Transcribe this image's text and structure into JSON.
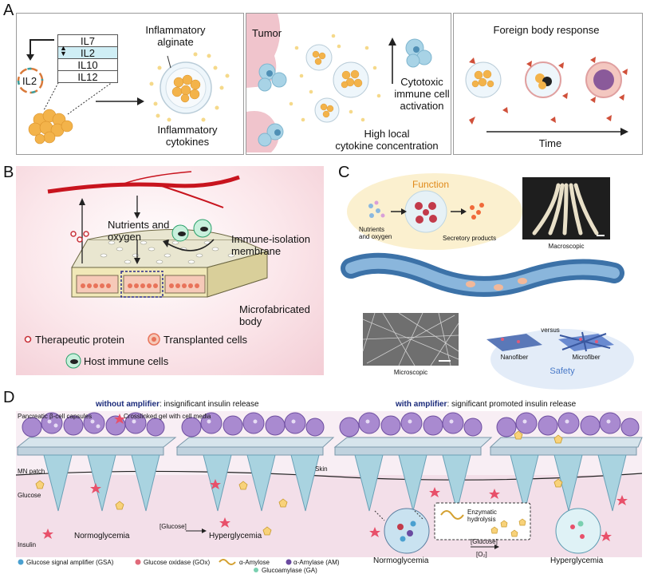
{
  "panel_labels": {
    "a": "A",
    "b": "B",
    "c": "C",
    "d": "D"
  },
  "panelA": {
    "il_list": [
      "IL7",
      "IL2",
      "IL10",
      "IL12"
    ],
    "il2_badge": "IL2",
    "inflammatory_alginate": "Inflammatory\nalginate",
    "inflammatory_cytokines": "Inflammatory\ncytokines",
    "tumor": "Tumor",
    "high_local": "High local\ncytokine concentration",
    "cytotoxic": "Cytotoxic\nimmune cell\nactivation",
    "foreign_body": "Foreign body response",
    "time": "Time"
  },
  "panelB": {
    "nutrients": "Nutrients and\noxygen",
    "membrane": "Immune-isolation\nmembrane",
    "body": "Microfabricated\nbody",
    "therapeutic": "Therapeutic protein",
    "transplanted": "Transplanted cells",
    "host": "Host immune cells"
  },
  "panelC": {
    "function": "Function",
    "nutrients": "Nutrients\nand oxygen",
    "secretory": "Secretory products",
    "macroscopic": "Macroscopic",
    "microscopic": "Microscopic",
    "versus": "versus",
    "nanofiber": "Nanofiber",
    "microfiber": "Microfiber",
    "safety": "Safety"
  },
  "panelD": {
    "without_bold": "without  amplifier",
    "without_rest": ":   insignificant  insulin release",
    "with_bold": "with  amplifier",
    "with_rest": ":   significant promoted  insulin release",
    "capsules": "Pancreatic β-cell capsules",
    "gel": "Crosslinked  gel  with  cell media",
    "mn_patch": "MN  patch",
    "skin": "Skin",
    "glucose": "Glucose",
    "insulin": "Insulin",
    "normo1": "Normoglycemia",
    "glucose_up": "[Glucose]",
    "hyper1": "Hyperglycemia",
    "enzymatic": "Enzymatic\nhydrolysis",
    "normo2": "Normoglycemia",
    "glucose_up2": "[Glucose]",
    "o2_down": "[O₂]",
    "hyper2": "Hyperglycemia",
    "legend": [
      "Glucose signal amplifier (GSA)",
      "Glucose oxidase (GOx)",
      "α-Amylose",
      "α-Amylase (AM)",
      "Glucoamylase (GA)"
    ]
  }
}
